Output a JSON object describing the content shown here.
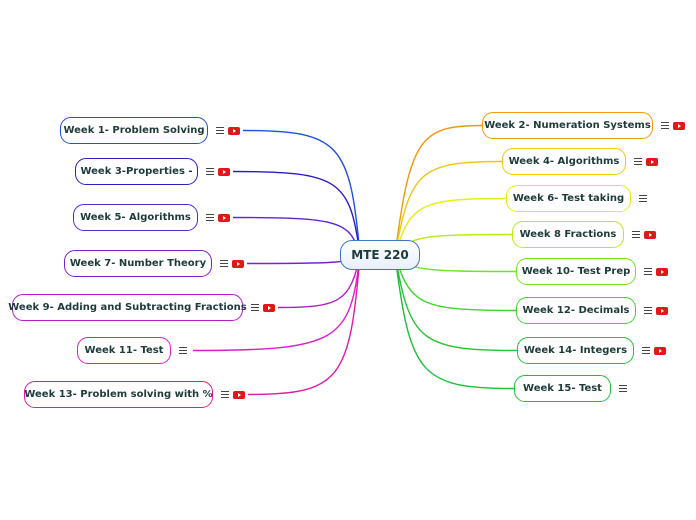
{
  "central": {
    "label": "MTE 220",
    "color": "#3a78c2"
  },
  "topics": [
    {
      "label": "Week 1- Problem Solving",
      "color": "#1e50e0",
      "video": true
    },
    {
      "label": "Week 3-Properties -",
      "color": "#2a1ec0",
      "video": true
    },
    {
      "label": "Week 5- Algorithms",
      "color": "#5a28d0",
      "video": true
    },
    {
      "label": "Week 7- Number Theory",
      "color": "#7a22cc",
      "video": true
    },
    {
      "label": "Week 9- Adding and Subtracting Fractions",
      "color": "#b21ec4",
      "video": true
    },
    {
      "label": "Week 11- Test",
      "color": "#d81ed0",
      "video": false
    },
    {
      "label": "Week 13- Problem solving with %",
      "color": "#e01aa8",
      "video": true
    },
    {
      "label": "Week 2- Numeration Systems",
      "color": "#f2980e",
      "video": true
    },
    {
      "label": "Week 4- Algorithms",
      "color": "#f0c810",
      "video": true
    },
    {
      "label": "Week 6- Test taking",
      "color": "#e6ee10",
      "video": false
    },
    {
      "label": "Week 8 Fractions",
      "color": "#b8ea14",
      "video": true
    },
    {
      "label": "Week 10- Test Prep",
      "color": "#6ee61a",
      "video": true
    },
    {
      "label": "Week 12- Decimals",
      "color": "#3ed62a",
      "video": true
    },
    {
      "label": "Week 14- Integers",
      "color": "#22c432",
      "video": true
    },
    {
      "label": "Week 15- Test",
      "color": "#1ac23a",
      "video": false
    }
  ]
}
